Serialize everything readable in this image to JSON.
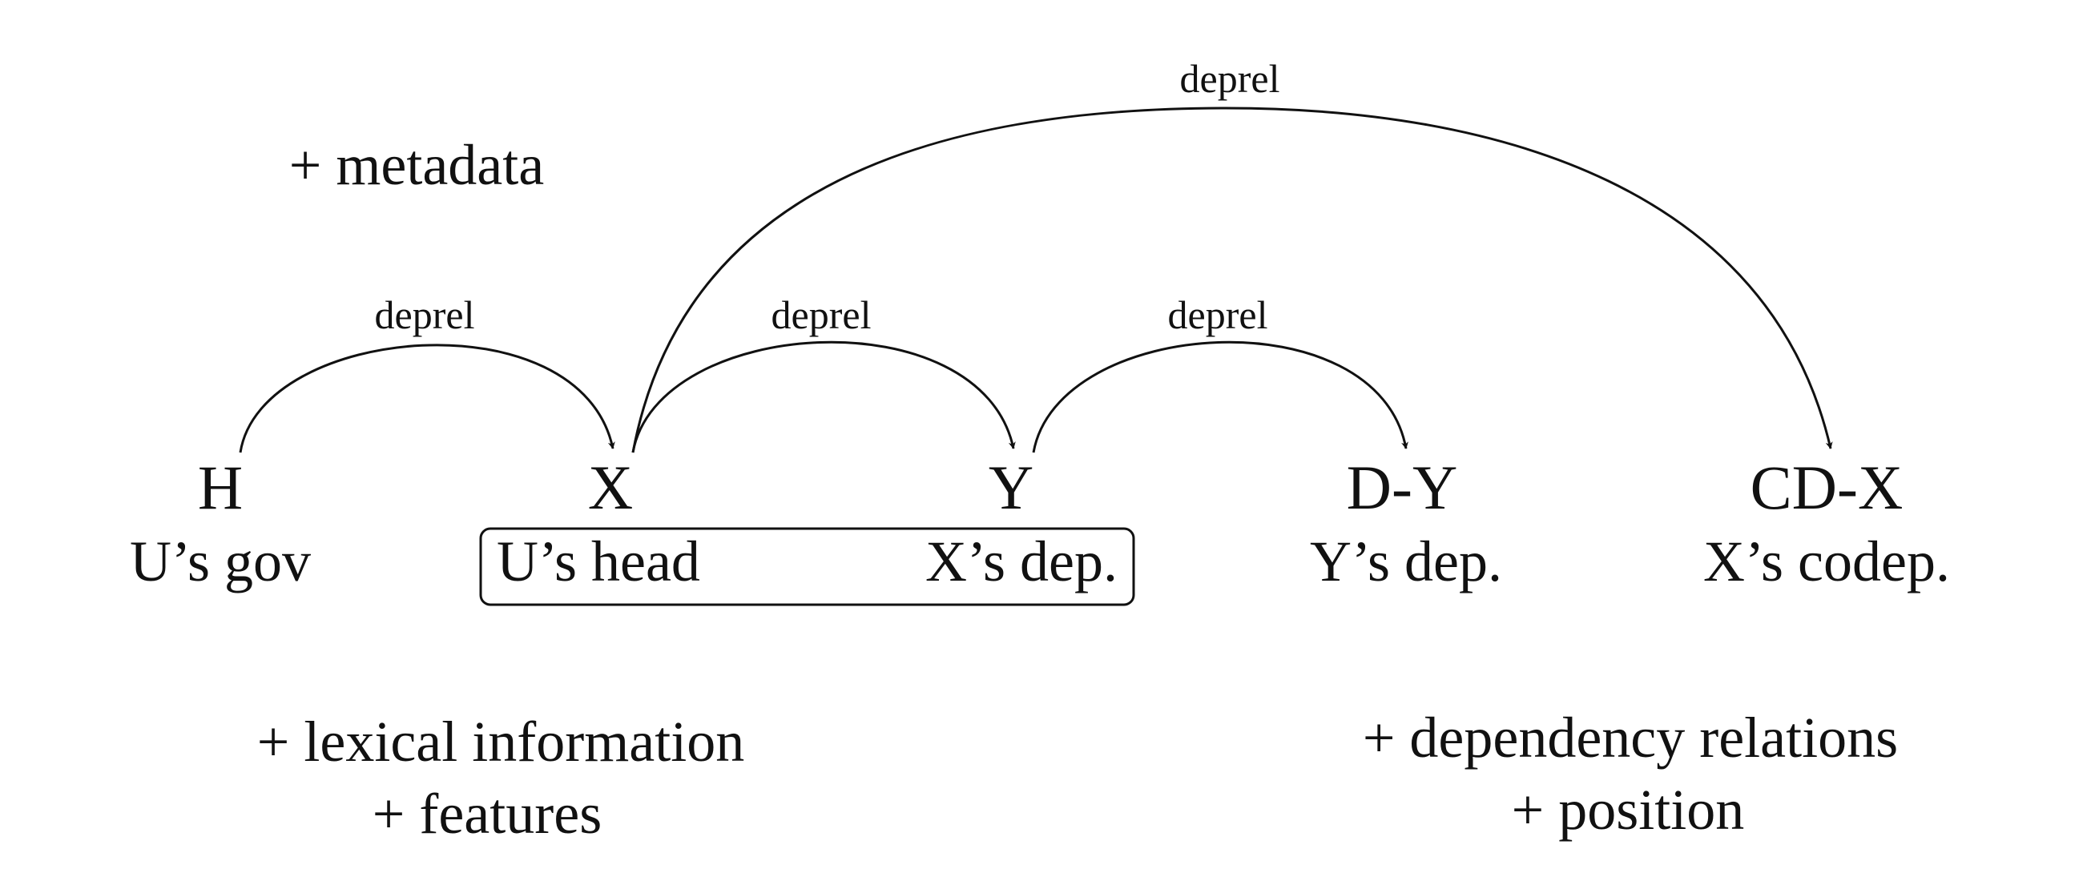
{
  "nodes": {
    "h": {
      "token": "H",
      "role": "U’s gov"
    },
    "x": {
      "token": "X",
      "role": "U’s head"
    },
    "y": {
      "token": "Y",
      "role": "X’s dep."
    },
    "dy": {
      "token": "D-Y",
      "role": "Y’s dep."
    },
    "cdx": {
      "token": "CD-X",
      "role": "X’s codep."
    }
  },
  "arcs": {
    "h_x": {
      "label": "deprel"
    },
    "x_y": {
      "label": "deprel"
    },
    "y_dy": {
      "label": "deprel"
    },
    "x_cdx": {
      "label": "deprel"
    }
  },
  "notes": {
    "metadata": "+ metadata",
    "lexical": "+ lexical information",
    "features": "+ features",
    "dependency": "+ dependency relations",
    "position": "+ position"
  },
  "colors": {
    "ink": "#111111",
    "background": "#ffffff"
  }
}
